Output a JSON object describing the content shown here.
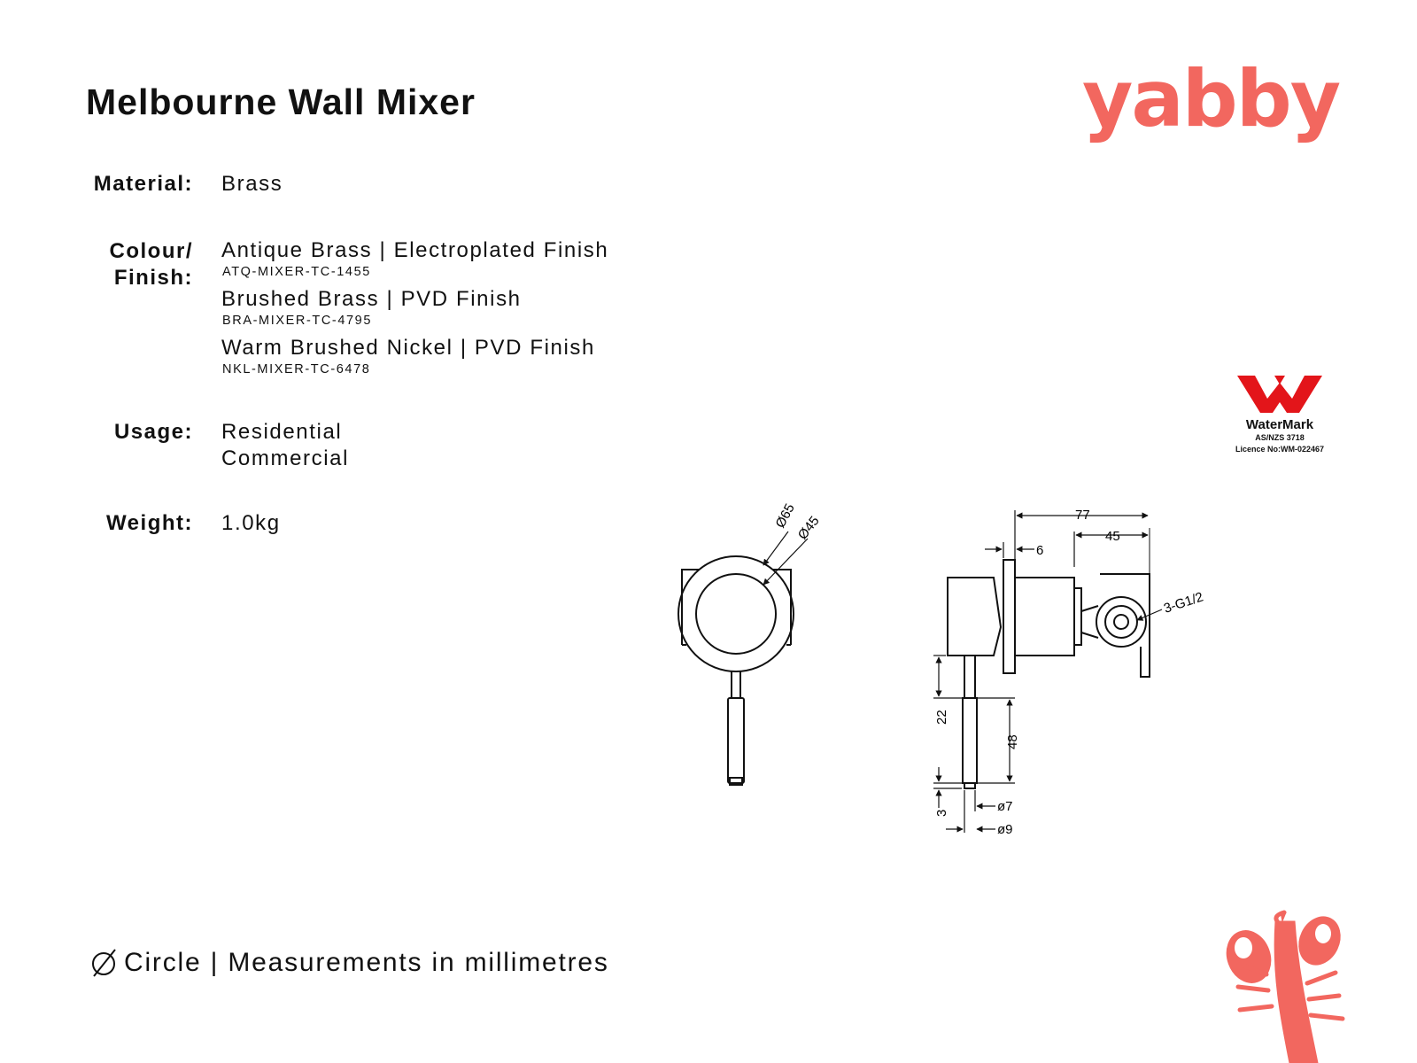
{
  "page": {
    "title": "Melbourne Wall Mixer",
    "brand": "yabby",
    "brand_color": "#f2675f"
  },
  "specs": {
    "material_label": "Material:",
    "material_value": "Brass",
    "colour_label_1": "Colour/",
    "colour_label_2": "Finish:",
    "finishes": [
      {
        "name": "Antique Brass | Electroplated Finish",
        "code": "ATQ-MIXER-TC-1455"
      },
      {
        "name": "Brushed Brass | PVD Finish",
        "code": "BRA-MIXER-TC-4795"
      },
      {
        "name": "Warm Brushed Nickel | PVD Finish",
        "code": "NKL-MIXER-TC-6478"
      }
    ],
    "usage_label": "Usage:",
    "usage_values": [
      "Residential",
      "Commercial"
    ],
    "weight_label": "Weight:",
    "weight_value": "1.0kg"
  },
  "certification": {
    "name": "WaterMark",
    "standard": "AS/NZS 3718",
    "licence": "Licence No:WM-022467",
    "color": "#e3151a"
  },
  "drawing": {
    "front": {
      "dia_outer": "Ø65",
      "dia_inner": "Ø45"
    },
    "side": {
      "depth": "77",
      "body": "45",
      "plate": "6",
      "thread": "3-G1/2",
      "lever_gap": "22",
      "lever_len": "48",
      "tip": "3",
      "dia_small": "ø7",
      "dia_large": "ø9"
    }
  },
  "footer": {
    "note": "Circle | Measurements in millimetres"
  }
}
